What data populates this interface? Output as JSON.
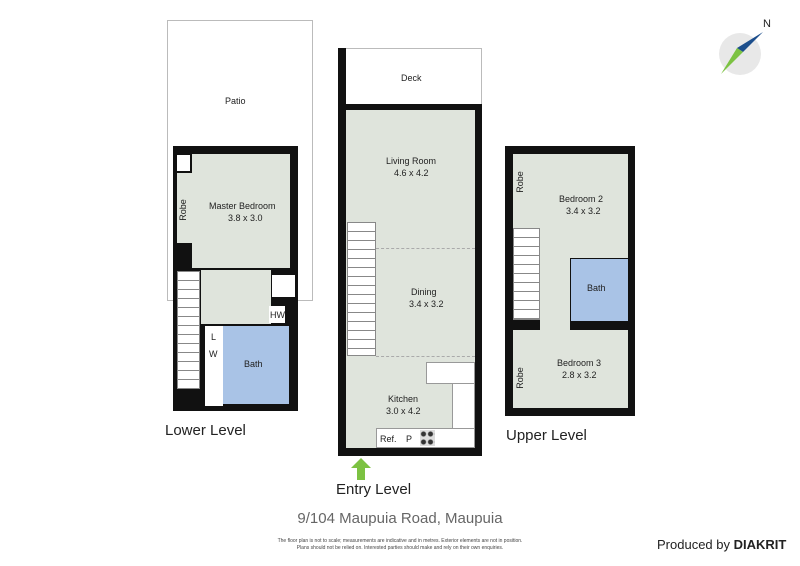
{
  "lower_level": {
    "label": "Lower Level",
    "patio": "Patio",
    "master_bedroom": {
      "name": "Master Bedroom",
      "size": "3.8 x 3.0"
    },
    "robe": "Robe",
    "hw": "HW",
    "l": "L",
    "w": "W",
    "bath": "Bath"
  },
  "entry_level": {
    "label": "Entry Level",
    "deck": "Deck",
    "living": {
      "name": "Living Room",
      "size": "4.6 x 4.2"
    },
    "dining": {
      "name": "Dining",
      "size": "3.4 x 3.2"
    },
    "kitchen": {
      "name": "Kitchen",
      "size": "3.0 x 4.2"
    },
    "ref": "Ref.",
    "p": "P"
  },
  "upper_level": {
    "label": "Upper Level",
    "bedroom2": {
      "name": "Bedroom 2",
      "size": "3.4 x 3.2"
    },
    "bedroom3": {
      "name": "Bedroom 3",
      "size": "2.8 x 3.2"
    },
    "robe": "Robe",
    "bath": "Bath"
  },
  "compass": {
    "label": "N"
  },
  "address": "9/104 Maupuia Road, Maupuia",
  "disclaimer": [
    "The floor plan is not to scale; measurements are indicative and in metres. Exterior elements are not in position.",
    "Plans should not be relied on. Interested parties should make and rely on their own enquiries."
  ],
  "credit": {
    "prefix": "Produced by",
    "brand": "DIAKRIT"
  },
  "colors": {
    "room": "#dfe4dc",
    "bath": "#a9c3e6",
    "wall": "#111111",
    "entry_arrow": "#7cc242",
    "compass_blue": "#1c4e8c",
    "compass_green": "#7cc242"
  }
}
